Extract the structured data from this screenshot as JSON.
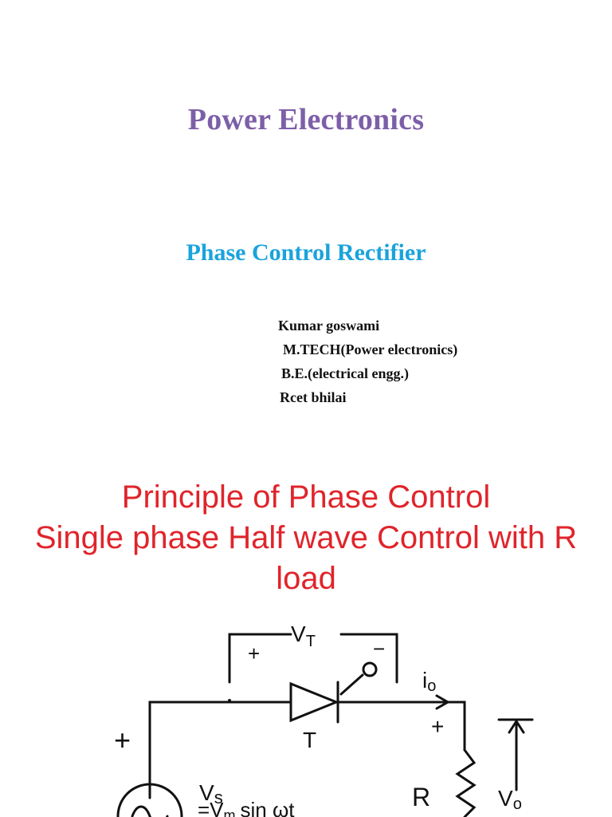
{
  "slide1": {
    "title": "Power Electronics",
    "subtitle": "Phase Control Rectifier",
    "author_lines": [
      "Kumar goswami",
      "M.TECH(Power electronics)",
      "B.E.(electrical engg.)",
      "Rcet bhilai"
    ]
  },
  "slide2": {
    "heading_lines": [
      "Principle of Phase Control",
      "Single phase Half wave Control with R",
      "load"
    ],
    "circuit": {
      "vt_label": "V",
      "vt_sub": "T",
      "thyristor_label": "T",
      "current_label": "i",
      "current_sub": "o",
      "source_label": "V",
      "source_sub": "s",
      "source_expr_prefix": "=V",
      "source_expr_sub": "m",
      "source_expr_rest": "sin ωt",
      "resistor_label": "R",
      "vo_label": "V",
      "vo_sub": "o",
      "plus": "+",
      "minus": "−"
    }
  }
}
